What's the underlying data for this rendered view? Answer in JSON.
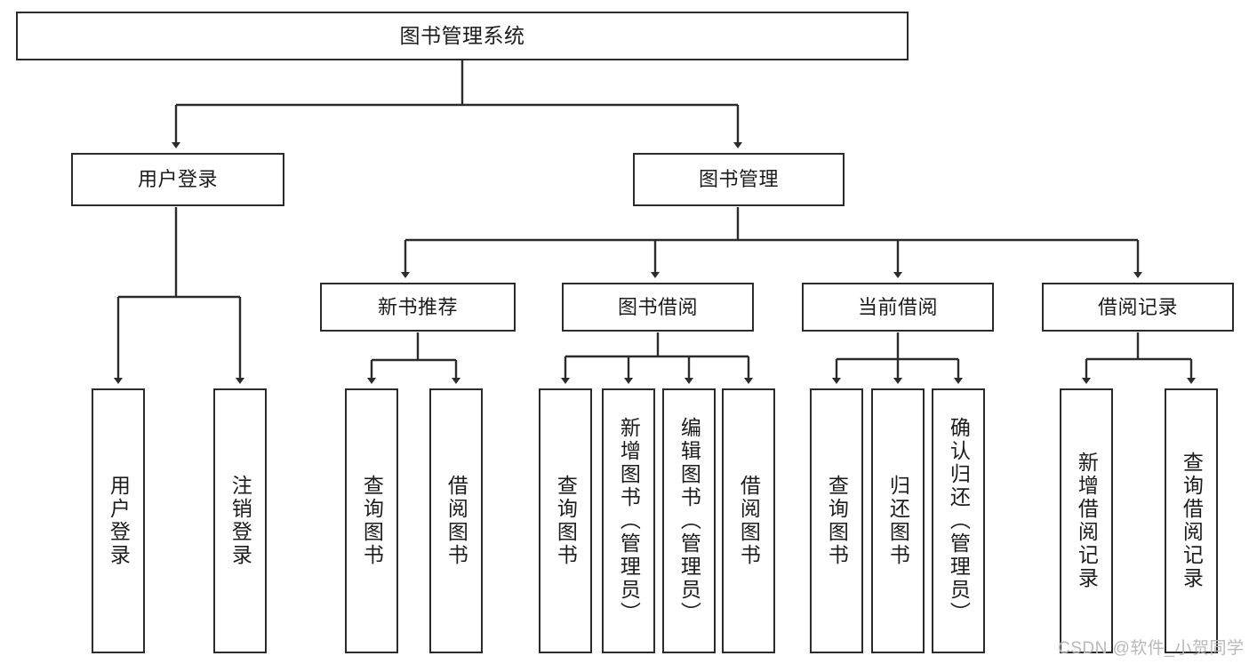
{
  "diagram": {
    "title": "图书管理系统",
    "type": "functional-decomposition-tree",
    "levels": 4,
    "root": {
      "label": "图书管理系统"
    },
    "level2": [
      {
        "label": "用户登录"
      },
      {
        "label": "图书管理"
      }
    ],
    "level3": [
      {
        "label": "新书推荐"
      },
      {
        "label": "图书借阅"
      },
      {
        "label": "当前借阅"
      },
      {
        "label": "借阅记录"
      }
    ],
    "leaves": {
      "user_login": [
        {
          "label": "用户登录"
        },
        {
          "label": "注销登录"
        }
      ],
      "new_book_recommend": [
        {
          "label": "查询图书"
        },
        {
          "label": "借阅图书"
        }
      ],
      "book_borrow": [
        {
          "label": "查询图书"
        },
        {
          "label": "新增图书（管理员）"
        },
        {
          "label": "编辑图书（管理员）"
        },
        {
          "label": "借阅图书"
        }
      ],
      "current_borrow": [
        {
          "label": "查询图书"
        },
        {
          "label": "归还图书"
        },
        {
          "label": "确认归还（管理员）"
        }
      ],
      "borrow_record": [
        {
          "label": "新增借阅记录"
        },
        {
          "label": "查询借阅记录"
        }
      ]
    }
  },
  "watermark": {
    "text": "CSDN @软件_小贺同学"
  },
  "colors": {
    "stroke": "#2b2b2b",
    "box_fill": "#ffffff",
    "text": "#1c1c1c",
    "watermark": "#b9b9b9"
  }
}
